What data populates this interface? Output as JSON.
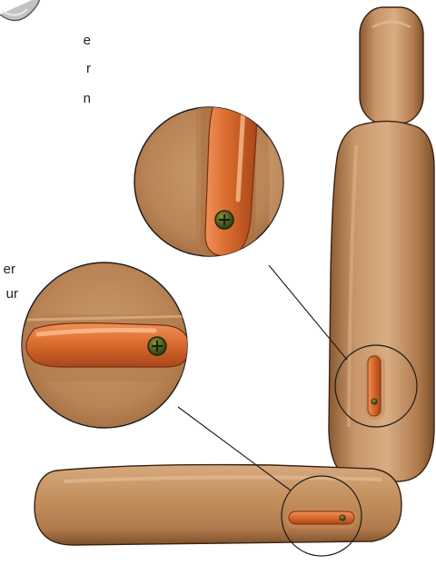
{
  "text_fragments": {
    "top": [
      "e",
      "r",
      "n"
    ],
    "middle": [
      "er",
      "ur"
    ]
  },
  "colors": {
    "seat": "#b98456",
    "seat_light": "#d8ab80",
    "seat_dark": "#7c4f2a",
    "control": "#d2672d",
    "control_dark": "#8c3a12",
    "screw": "#4d5a22",
    "screw_dark": "#1f2608",
    "leader": "#1a1a1a"
  },
  "icons": {
    "screw": "screw-icon"
  }
}
